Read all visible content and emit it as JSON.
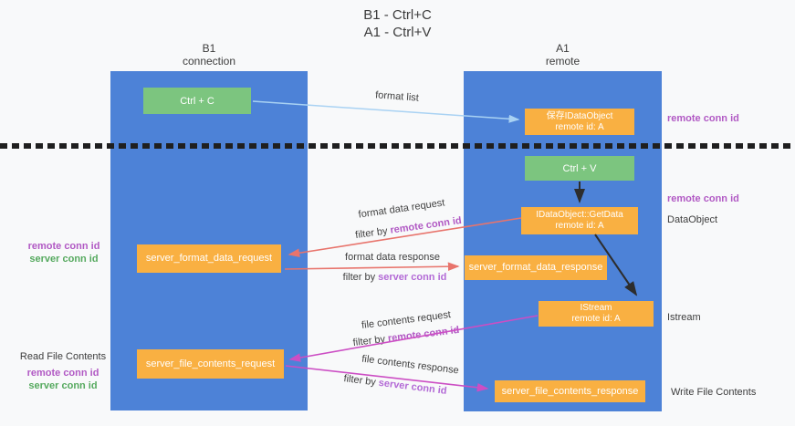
{
  "title": {
    "line1": "B1 - Ctrl+C",
    "line2": "A1 - Ctrl+V"
  },
  "lanes": {
    "left": {
      "name": "B1",
      "subtitle": "connection"
    },
    "right": {
      "name": "A1",
      "subtitle": "remote"
    }
  },
  "boxes": {
    "ctrl_c": "Ctrl + C",
    "ctrl_v": "Ctrl + V",
    "save_idataobject": {
      "line1": "保存IDataObject",
      "line2": "remote id: A"
    },
    "getdata": {
      "line1": "IDataObject::GetData",
      "line2": "remote id: A"
    },
    "istream": {
      "line1": "IStream",
      "line2": "remote id: A"
    },
    "format_request": "server_format_data_request",
    "format_response": "server_format_data_response",
    "file_request": "server_file_contents_request",
    "file_response": "server_file_contents_response"
  },
  "annotations": {
    "format_list": "format list",
    "format_data_request": "format data request",
    "format_data_response": "format data response",
    "file_contents_request": "file contents request",
    "file_contents_response": "file contents response",
    "filter_by": "filter by ",
    "remote_conn_id": "remote conn id",
    "server_conn_id": "server conn id"
  },
  "side_labels": {
    "remote_conn_id": "remote conn id",
    "server_conn_id": "server conn id",
    "dataobject": "DataObject",
    "istream": "Istream",
    "read_file_contents": "Read File Contents",
    "write_file_contents": "Write File Contents"
  },
  "colors": {
    "lane_blue": "#4d82d7",
    "box_orange": "#f9b042",
    "box_green": "#7cc57f",
    "arrow_blue": "#a9d2f3",
    "arrow_red": "#e8746c",
    "arrow_magenta": "#cc4ec4",
    "arrow_black": "#2d2d2d",
    "remote_purple": "#b159c4",
    "server_purple": "#b36ad6",
    "server_green": "#55a95e"
  }
}
